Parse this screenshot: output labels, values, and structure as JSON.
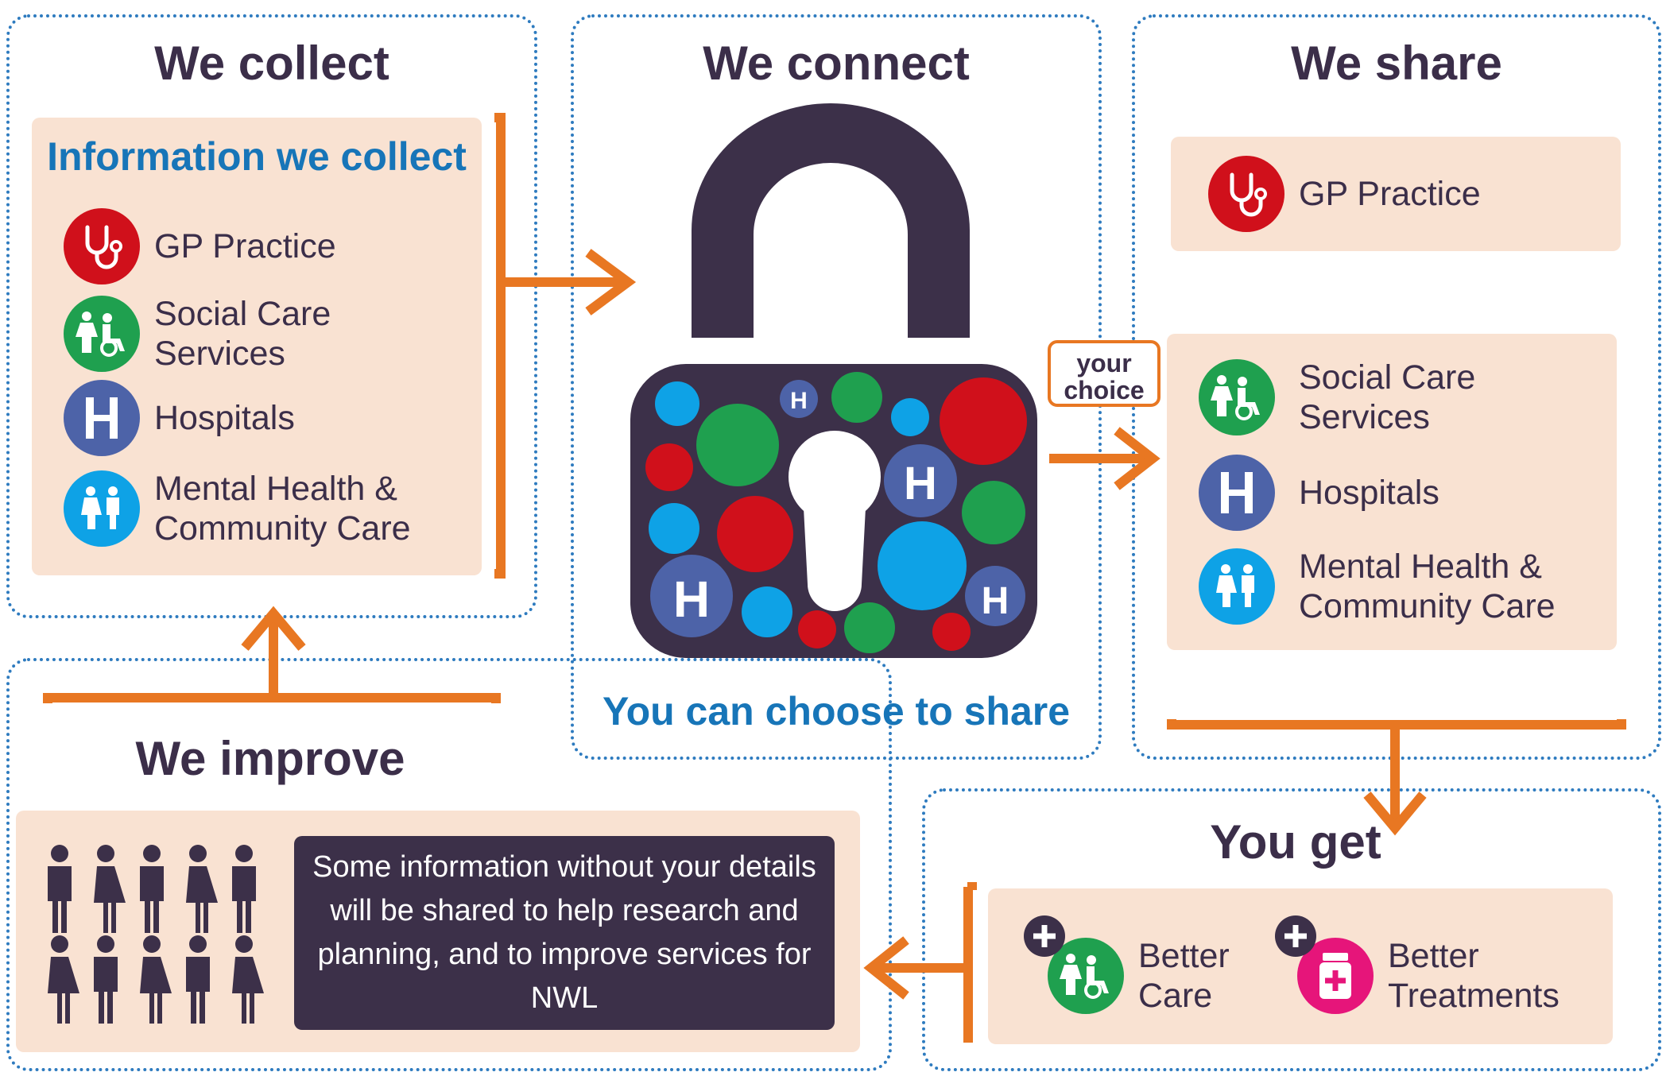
{
  "colors": {
    "dark": "#3c3049",
    "orange": "#e87722",
    "peach": "#f9e2d2",
    "gp_red": "#d0101b",
    "social_green": "#1fa04f",
    "hospital_blue": "#4d63a8",
    "mental_cyan": "#0ea2e6",
    "treatment_magenta": "#e6157a",
    "title_blue": "#1775b8"
  },
  "collect": {
    "heading": "We collect",
    "subheading": "Information we collect",
    "items": [
      {
        "label": "GP Practice",
        "icon": "stethoscope-icon"
      },
      {
        "label": "Social Care\nServices",
        "icon": "social-care-icon"
      },
      {
        "label": "Hospitals",
        "icon": "hospital-h-icon"
      },
      {
        "label": "Mental Health &\nCommunity Care",
        "icon": "mental-health-icon"
      }
    ]
  },
  "connect": {
    "heading": "We connect",
    "caption": "You can choose to share",
    "choice_label": "your\nchoice"
  },
  "share": {
    "heading": "We share",
    "gp": {
      "label": "GP Practice",
      "icon": "stethoscope-icon"
    },
    "items": [
      {
        "label": "Social Care\nServices",
        "icon": "social-care-icon"
      },
      {
        "label": "Hospitals",
        "icon": "hospital-h-icon"
      },
      {
        "label": "Mental Health  &\nCommunity Care",
        "icon": "mental-health-icon"
      }
    ]
  },
  "get": {
    "heading": "You get",
    "items": [
      {
        "label": "Better\nCare",
        "icon": "social-care-icon"
      },
      {
        "label": "Better\nTreatments",
        "icon": "medicine-icon"
      }
    ]
  },
  "improve": {
    "heading": "We improve",
    "text": "Some information without your details will be shared to help research and planning, and to improve services for NWL",
    "people_icon": "people-group-icon"
  }
}
